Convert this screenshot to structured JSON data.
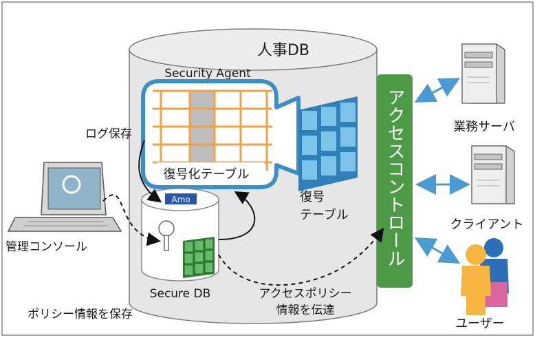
{
  "labels": {
    "hr_db": "人事DB",
    "security_agent": "Security Agent",
    "access_control": "アクセスコントロール",
    "decrypt_table": "復号化テーブル",
    "decrypt_label": "復号",
    "table_label": "テーブル",
    "log_save": "ログ保存",
    "mgmt_console": "管理コンソール",
    "secure_db": "Secure DB",
    "policy_transmit_1": "アクセスポリシー",
    "policy_transmit_2": "情報を伝達",
    "policy_save": "ポリシー情報を保存",
    "business_server": "業務サーバ",
    "client": "クライアント",
    "user": "ユーザー",
    "amo_logo": "Amo"
  },
  "colors": {
    "cylinder_fill": "#e6e6e6",
    "cylinder_stroke": "#7a7a7a",
    "agent_border": "#3c8fc6",
    "grid_orange": "#f2a144",
    "access_green": "#4c9a45",
    "arrow_blue": "#4a9bd1",
    "blue_cube": "#7cc3ea",
    "green_cube": "#69b96a",
    "user_orange": "#f5b540",
    "user_blue": "#2c6fb8",
    "user_pink": "#d9649e"
  },
  "icons": {
    "server": "server-tower-icon",
    "user": "user-group-icon",
    "laptop": "laptop-icon",
    "key": "key-icon"
  }
}
